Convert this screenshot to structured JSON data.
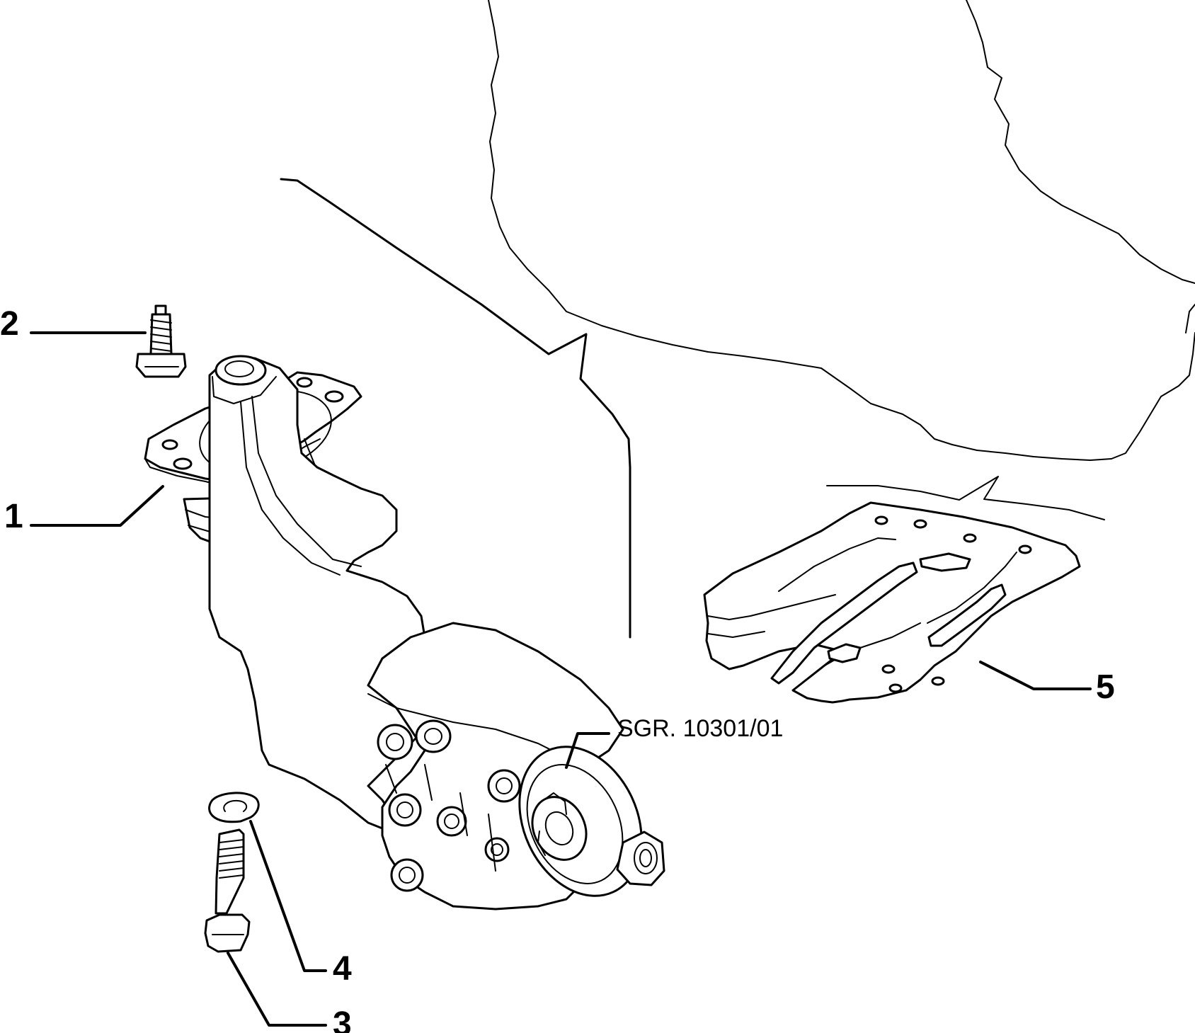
{
  "callouts": [
    {
      "id": "1",
      "label": "1"
    },
    {
      "id": "2",
      "label": "2"
    },
    {
      "id": "3",
      "label": "3"
    },
    {
      "id": "4",
      "label": "4"
    },
    {
      "id": "5",
      "label": "5"
    }
  ],
  "reference": {
    "label": "SGR. 10301/01"
  },
  "parts": [
    {
      "callout": "1",
      "icon": "engine-mount-icon"
    },
    {
      "callout": "2",
      "icon": "flange-bolt-icon"
    },
    {
      "callout": "3",
      "icon": "hex-bolt-icon"
    },
    {
      "callout": "4",
      "icon": "split-washer-icon"
    },
    {
      "callout": "5",
      "icon": "guard-plate-icon"
    }
  ],
  "colors": {
    "ink": "#000000",
    "paper": "#ffffff"
  }
}
